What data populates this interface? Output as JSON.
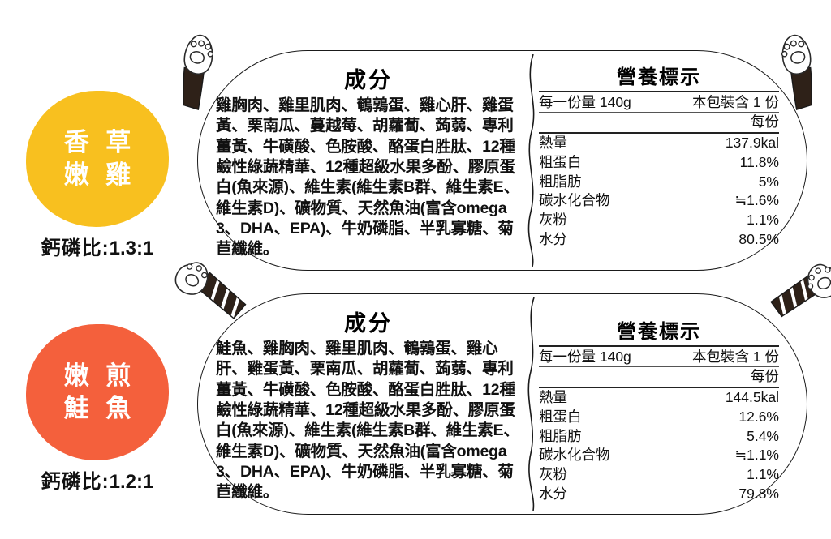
{
  "colors": {
    "chicken_blob": "#F8C01F",
    "salmon_blob": "#F4603C",
    "card_border": "#1a1a1a",
    "text": "#111111",
    "paw_leg": "#2E2118"
  },
  "labels": {
    "ingredients_title": "成分",
    "nutrition_title": "營養標示",
    "serving_size": "每一份量 140g",
    "servings_per_pack": "本包裝含 1 份",
    "per_serving": "每份",
    "ratio_label": "鈣磷比:",
    "rows": [
      "熱量",
      "粗蛋白",
      "粗脂肪",
      "碳水化合物",
      "灰粉",
      "水分"
    ]
  },
  "products": [
    {
      "name_line1": "香 草",
      "name_line2": "嫩 雞",
      "blob_color": "#F8C01F",
      "ca_p_ratio": "1.3:1",
      "ingredients": "雞胸肉、雞里肌肉、鵪鶉蛋、雞心肝、雞蛋黃、栗南瓜、蔓越莓、胡蘿蔔、蒟蒻、專利薑黃、牛磺酸、色胺酸、酪蛋白胜肽、12種鹼性綠蔬精華、12種超級水果多酚、膠原蛋白(魚來源)、維生素(維生素B群、維生素E、維生素D)、礦物質、天然魚油(富含omega3、DHA、EPA)、牛奶磷脂、半乳寡糖、菊苣纖維。",
      "nutrition": {
        "serving_size": "每一份量 140g",
        "servings_per_pack": "本包裝含 1 份",
        "per_serving": "每份",
        "values": [
          "137.9kal",
          "11.8%",
          "5%",
          "≒1.6%",
          "1.1%",
          "80.5%"
        ]
      }
    },
    {
      "name_line1": "嫩 煎",
      "name_line2": "鮭 魚",
      "blob_color": "#F4603C",
      "ca_p_ratio": "1.2:1",
      "ingredients": "鮭魚、雞胸肉、雞里肌肉、鵪鶉蛋、雞心肝、雞蛋黃、栗南瓜、胡蘿蔔、蒟蒻、專利薑黃、牛磺酸、色胺酸、酪蛋白胜肽、12種鹼性綠蔬精華、12種超級水果多酚、膠原蛋白(魚來源)、維生素(維生素B群、維生素E、維生素D)、礦物質、天然魚油(富含omega3、DHA、EPA)、牛奶磷脂、半乳寡糖、菊苣纖維。",
      "nutrition": {
        "serving_size": "每一份量 140g",
        "servings_per_pack": "本包裝含 1 份",
        "per_serving": "每份",
        "values": [
          "144.5kal",
          "12.6%",
          "5.4%",
          "≒1.1%",
          "1.1%",
          "79.8%"
        ]
      }
    }
  ],
  "decor": {
    "paw_icon_name": "cat-paw-icon",
    "paw_count": 4
  }
}
